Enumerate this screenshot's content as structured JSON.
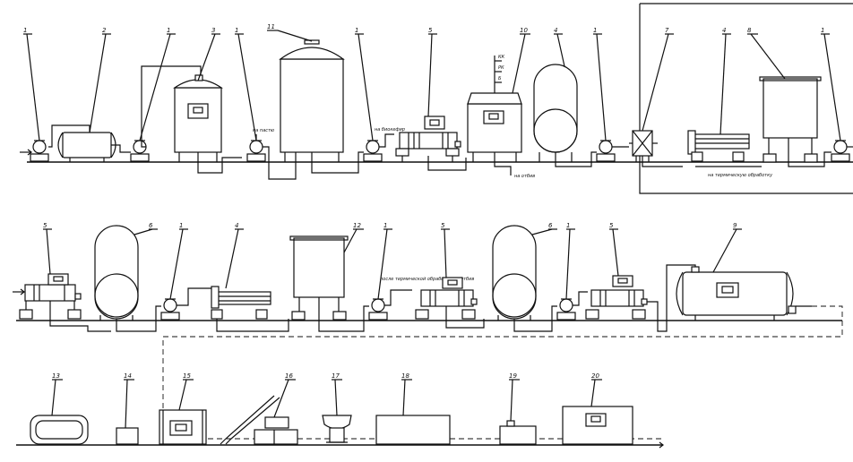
{
  "labels": {
    "r1": [
      "1",
      "2",
      "1",
      "3",
      "1",
      "11",
      "1",
      "5",
      "10",
      "4",
      "1",
      "7",
      "4",
      "8",
      "1"
    ],
    "r2": [
      "5",
      "6",
      "1",
      "4",
      "12",
      "1",
      "5",
      "6",
      "1",
      "5",
      "9"
    ],
    "r3": [
      "13",
      "14",
      "15",
      "16",
      "17",
      "18",
      "19",
      "20"
    ]
  },
  "notes": {
    "na_pastu": "на пастю",
    "na_bikofil": "на биокефир",
    "na_otbiv": "на отбив",
    "na_termicheskuyu": "на термическую обработку",
    "posle_termicheskoi": "после термической обработки на отбив",
    "kk": "КК",
    "pk": "РК",
    "b": "Б"
  }
}
